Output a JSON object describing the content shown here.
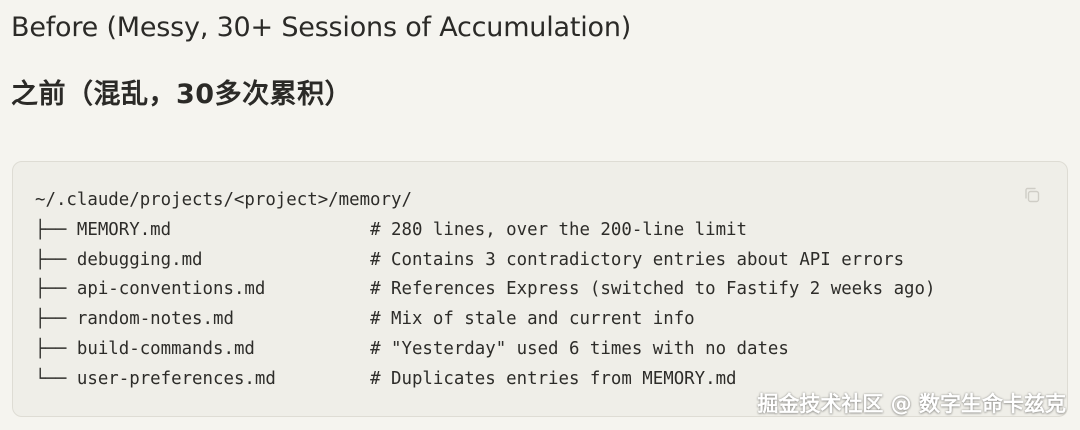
{
  "headings": {
    "english": "Before (Messy, 30+ Sessions of Accumulation)",
    "chinese": "之前（混乱，30多次累积）"
  },
  "code_block": {
    "root_path": "~/.claude/projects/<project>/memory/",
    "entries": [
      {
        "prefix": "├── ",
        "file": "MEMORY.md",
        "comment": "# 280 lines, over the 200-line limit"
      },
      {
        "prefix": "├── ",
        "file": "debugging.md",
        "comment": "# Contains 3 contradictory entries about API errors"
      },
      {
        "prefix": "├── ",
        "file": "api-conventions.md",
        "comment": "# References Express (switched to Fastify 2 weeks ago)"
      },
      {
        "prefix": "├── ",
        "file": "random-notes.md",
        "comment": "# Mix of stale and current info"
      },
      {
        "prefix": "├── ",
        "file": "build-commands.md",
        "comment": "# \"Yesterday\" used 6 times with no dates"
      },
      {
        "prefix": "└── ",
        "file": "user-preferences.md",
        "comment": "# Duplicates entries from MEMORY.md"
      }
    ],
    "copy_icon": "copy-icon"
  },
  "watermark": "掘金技术社区 @ 数字生命卡兹克"
}
